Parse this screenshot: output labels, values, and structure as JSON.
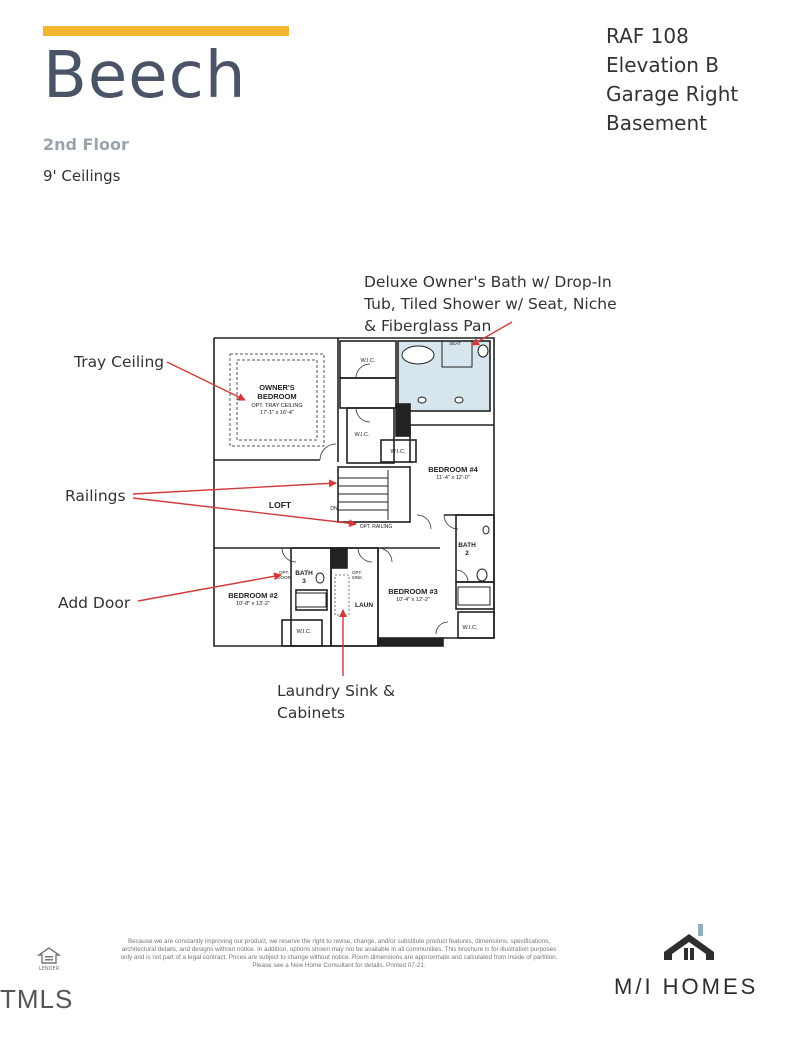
{
  "header": {
    "plan_name": "Beech",
    "floor": "2nd Floor",
    "ceilings": "9' Ceilings",
    "accent_color": "#f2b630"
  },
  "meta": [
    "RAF 108",
    "Elevation B",
    "Garage Right",
    "Basement"
  ],
  "callouts": {
    "owner_bath": [
      "Deluxe Owner's Bath w/ Drop-In",
      "Tub, Tiled Shower w/ Seat, Niche",
      "& Fiberglass Pan"
    ],
    "tray_ceiling": "Tray Ceiling",
    "railings": "Railings",
    "add_door": "Add Door",
    "laundry": [
      "Laundry Sink &",
      "Cabinets"
    ],
    "arrow_color": "#d33a3a"
  },
  "rooms": {
    "owners_bedroom": [
      "OWNER'S",
      "BEDROOM",
      "OPT. TRAY CEILING",
      "17'-1\" x 16'-4\""
    ],
    "wic": "W.I.C.",
    "seat": "SEAT",
    "bedroom4": [
      "BEDROOM #4",
      "11'-4\" x 12'-0\""
    ],
    "loft": "LOFT",
    "dn": "DN",
    "opt_railing": "OPT. RAILING",
    "bath2": [
      "BATH",
      "2"
    ],
    "bath3": [
      "BATH",
      "3"
    ],
    "opt_door": [
      "OPT.",
      "DOOR"
    ],
    "opt_sink": [
      "OPT.",
      "SINK"
    ],
    "laun": "LAUN",
    "bedroom2": [
      "BEDROOM #2",
      "10'-8\" x 13'-2\""
    ],
    "bedroom3": [
      "BEDROOM #3",
      "10'-4\" x 12'-2\""
    ]
  },
  "footer": {
    "disclaimer": "Because we are constantly improving our product, we reserve the right to revise, change, and/or substitute product features, dimensions, specifications, architectural details, and designs without notice. In addition, options shown may not be available in all communities. This brochure is for illustration purposes only and is not part of a legal contract. Prices are subject to change without notice. Room dimensions are approximate and calculated from inside of partition. Please see a New Home Consultant for details. Printed 07-21.",
    "eho": "LENDER",
    "mls": "TMLS",
    "brand": "M/I HOMES"
  }
}
